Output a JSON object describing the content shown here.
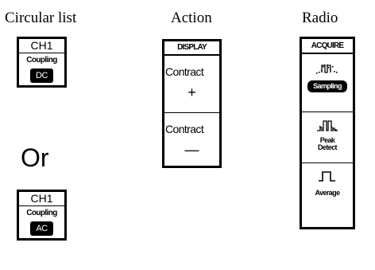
{
  "headings": {
    "circular_list": "Circular list",
    "action": "Action",
    "radio": "Radio"
  },
  "circular_list": {
    "top": {
      "channel": "CH1",
      "label": "Coupling",
      "value": "DC"
    },
    "separator": "Or",
    "bottom": {
      "channel": "CH1",
      "label": "Coupling",
      "value": "AC"
    }
  },
  "action": {
    "title": "DISPLAY",
    "buttons": [
      {
        "label": "Contract",
        "sign": "+"
      },
      {
        "label": "Contract",
        "sign": "—"
      }
    ]
  },
  "radio": {
    "title": "ACQUIRE",
    "options": [
      {
        "label": "Sampling",
        "selected": true,
        "icon": "sampling-waveform-icon"
      },
      {
        "label_line1": "Peak",
        "label_line2": "Detect",
        "selected": false,
        "icon": "peak-detect-waveform-icon"
      },
      {
        "label": "Average",
        "selected": false,
        "icon": "average-waveform-icon"
      }
    ]
  }
}
